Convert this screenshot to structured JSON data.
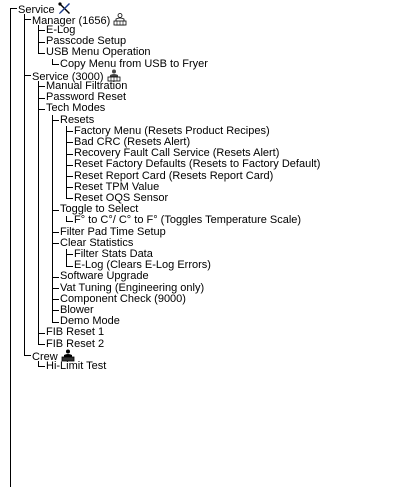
{
  "tree": [
    {
      "label": "Service",
      "icon": "wrench-screwdriver-icon",
      "children": [
        {
          "label": "Manager (1656)",
          "icon": "manager-person-icon",
          "children": [
            {
              "label": "E-Log"
            },
            {
              "label": "Passcode Setup"
            },
            {
              "label": "USB Menu Operation",
              "children": [
                {
                  "label": "Copy Menu from USB to Fryer"
                }
              ]
            }
          ]
        },
        {
          "label": "Service (3000)",
          "icon": "service-person-icon",
          "children": [
            {
              "label": "Manual Filtration"
            },
            {
              "label": "Password Reset"
            },
            {
              "label": "Tech Modes",
              "children": [
                {
                  "label": "Resets",
                  "children": [
                    {
                      "label": "Factory Menu (Resets Product Recipes)"
                    },
                    {
                      "label": "Bad CRC (Resets Alert)"
                    },
                    {
                      "label": "Recovery Fault Call Service (Resets Alert)"
                    },
                    {
                      "label": "Reset Factory Defaults (Resets to Factory Default)"
                    },
                    {
                      "label": "Reset Report Card (Resets Report Card)"
                    },
                    {
                      "label": "Reset TPM Value"
                    },
                    {
                      "label": "Reset OQS Sensor"
                    }
                  ]
                },
                {
                  "label": "Toggle to Select",
                  "children": [
                    {
                      "label": "F° to C°/ C° to F° (Toggles Temperature Scale)"
                    }
                  ]
                },
                {
                  "label": "Filter Pad Time Setup"
                },
                {
                  "label": "Clear Statistics",
                  "children": [
                    {
                      "label": "Filter Stats Data"
                    },
                    {
                      "label": "E-Log (Clears E-Log Errors)"
                    }
                  ]
                },
                {
                  "label": "Software Upgrade"
                },
                {
                  "label": "Vat Tuning (Engineering only)"
                },
                {
                  "label": "Component Check (9000)"
                },
                {
                  "label": "Blower"
                },
                {
                  "label": "Demo Mode"
                }
              ]
            },
            {
              "label": "FIB Reset 1"
            },
            {
              "label": "FIB Reset 2"
            }
          ]
        },
        {
          "label": "Crew",
          "icon": "crew-person-icon",
          "children": [
            {
              "label": "Hi-Limit Test"
            }
          ]
        }
      ]
    }
  ]
}
